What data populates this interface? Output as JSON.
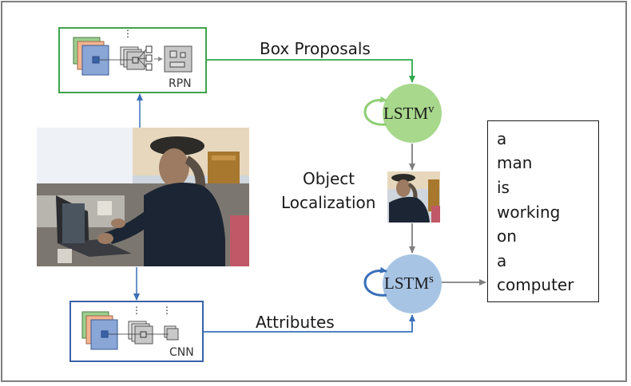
{
  "labels": {
    "box_proposals": "Box Proposals",
    "rpn": "RPN",
    "cnn": "CNN",
    "attributes": "Attributes",
    "object_localization_line1": "Object",
    "object_localization_line2": "Localization",
    "lstm_v_base": "LSTM",
    "lstm_v_sup": "v",
    "lstm_s_base": "LSTM",
    "lstm_s_sup": "s"
  },
  "output_words": [
    "a",
    "man",
    "is",
    "working",
    "on",
    "a",
    "computer"
  ],
  "colors": {
    "frame": "#7f7f7f",
    "rpn_border": "#3fa34d",
    "cnn_border": "#3a62a7",
    "green_arrow": "#2ea84a",
    "blue_arrow": "#3a6fb8",
    "gray_arrow": "#7f7f7f",
    "lstm_v_fill": "#a8d88c",
    "lstm_s_fill": "#a7c4e4",
    "feature_blue": "#8aa6d6",
    "feature_orange": "#f3b48f",
    "feature_green": "#9ccf8e"
  },
  "icons": {
    "photo": "man-at-laptop-photo",
    "crop": "cropped-man-photo"
  }
}
